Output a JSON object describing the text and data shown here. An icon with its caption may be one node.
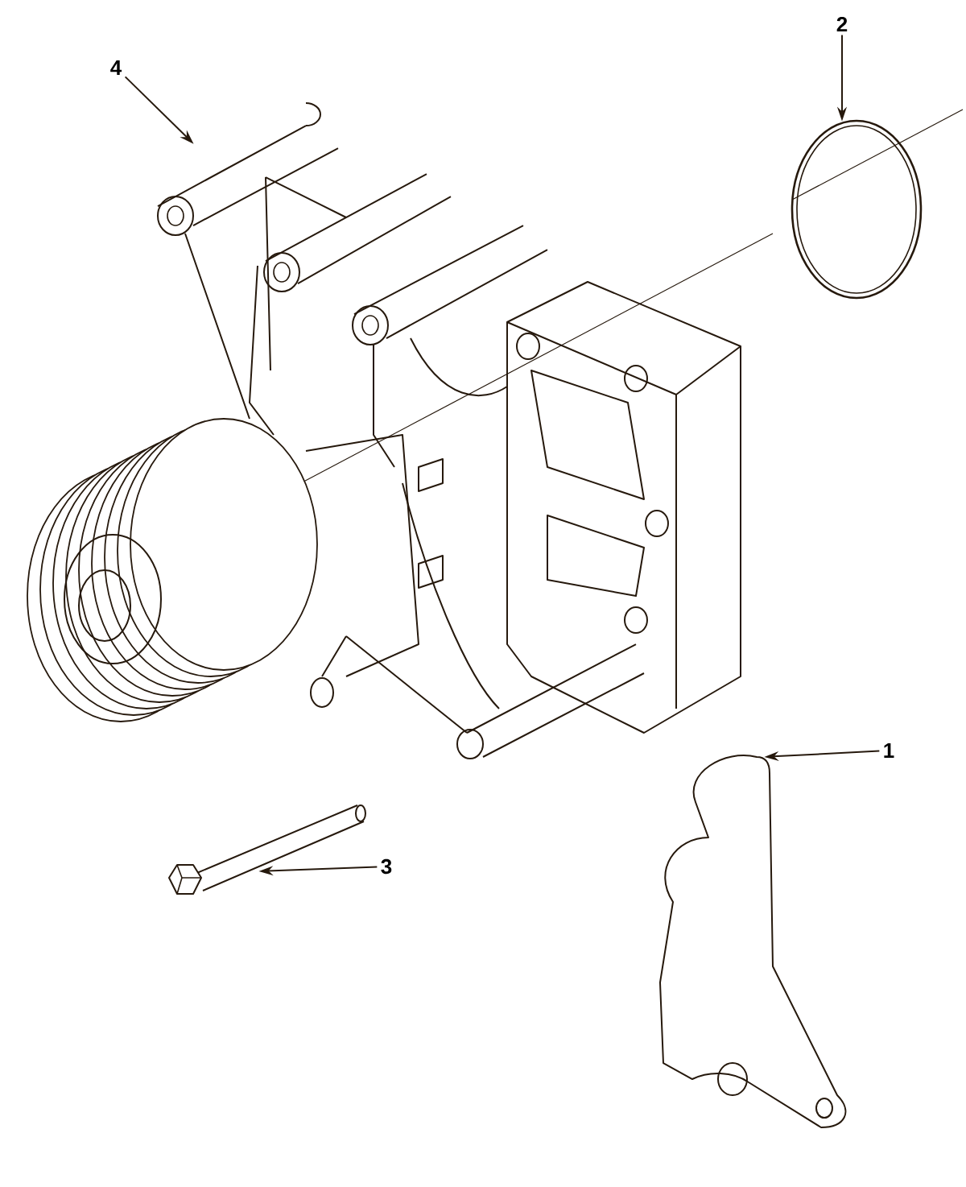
{
  "diagram": {
    "nodes": [
      {
        "text": [
          "2"
        ]
      },
      {
        "text": [
          "4"
        ]
      },
      {
        "text": [
          "1"
        ]
      },
      {
        "text": [
          "3"
        ]
      },
      {
        "text": [],
        "shape": "picture"
      },
      {
        "text": [],
        "shape": "picture"
      },
      {
        "text": [],
        "shape": "picture"
      },
      {
        "text": [],
        "shape": "circle"
      }
    ],
    "edges": [
      {
        "from": 0,
        "to": 7,
        "arrow": "to"
      },
      {
        "from": 1,
        "to": 4,
        "arrow": "to"
      },
      {
        "from": 2,
        "to": 6,
        "arrow": "to"
      },
      {
        "from": 3,
        "to": 5,
        "arrow": "to"
      }
    ]
  }
}
